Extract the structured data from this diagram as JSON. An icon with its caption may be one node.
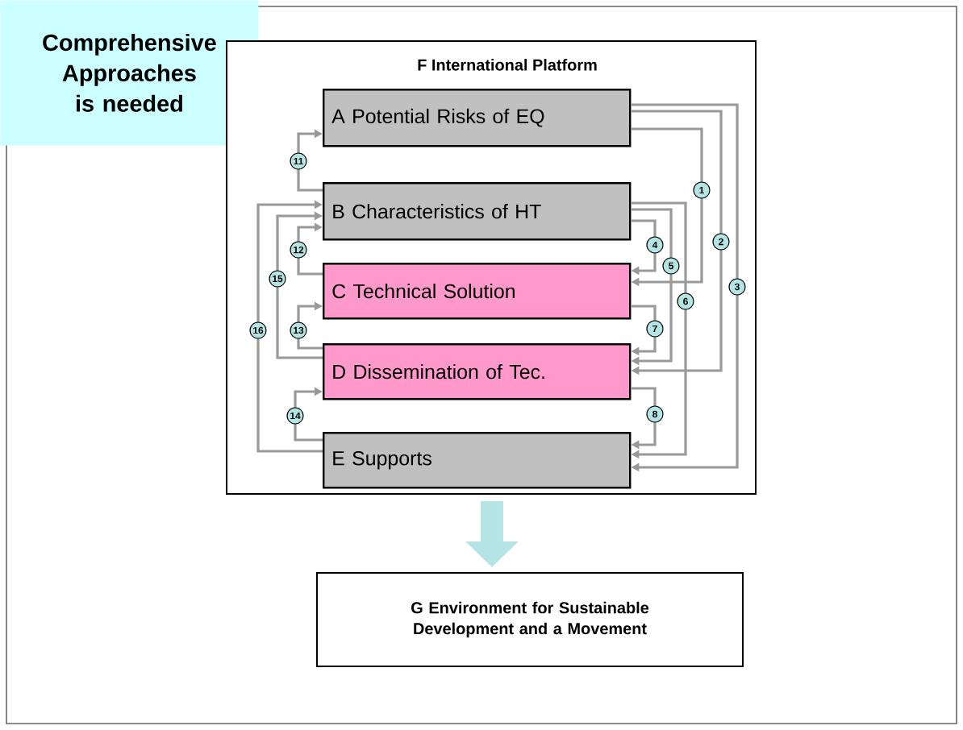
{
  "diagram": {
    "nodes": [
      {
        "text": [
          "Comprehensive Approaches is needed"
        ]
      },
      {
        "text": [
          "F  International Platform"
        ]
      },
      {
        "text": [
          "A Potential Risks of EQ"
        ],
        "in": 1
      },
      {
        "text": [
          "B Characteristics of HT"
        ],
        "in": 1
      },
      {
        "text": [
          "C Technical Solution"
        ],
        "in": 1
      },
      {
        "text": [
          "D Dissemination of Tec."
        ],
        "in": 1
      },
      {
        "text": [
          "E Supports"
        ],
        "in": 1
      },
      {
        "text": [
          "G Environment for Sustainable Development and a Movement"
        ]
      }
    ],
    "edges": [
      {
        "from": 2,
        "to": 4,
        "arrow": "to",
        "label": "1"
      },
      {
        "from": 2,
        "to": 5,
        "arrow": "to",
        "label": "2"
      },
      {
        "from": 2,
        "to": 6,
        "arrow": "to",
        "label": "3"
      },
      {
        "from": 3,
        "to": 4,
        "arrow": "to",
        "label": "4"
      },
      {
        "from": 3,
        "to": 5,
        "arrow": "to",
        "label": "5"
      },
      {
        "from": 3,
        "to": 6,
        "arrow": "to",
        "label": "6"
      },
      {
        "from": 4,
        "to": 5,
        "arrow": "to",
        "label": "7"
      },
      {
        "from": 5,
        "to": 6,
        "arrow": "to",
        "label": "8"
      },
      {
        "from": 3,
        "to": 2,
        "arrow": "to",
        "label": "11"
      },
      {
        "from": 4,
        "to": 3,
        "arrow": "to",
        "label": "12"
      },
      {
        "from": 5,
        "to": 4,
        "arrow": "to",
        "label": "13"
      },
      {
        "from": 6,
        "to": 5,
        "arrow": "to",
        "label": "14"
      },
      {
        "from": 5,
        "to": 3,
        "arrow": "to",
        "label": "15"
      },
      {
        "from": 6,
        "to": 3,
        "arrow": "to",
        "label": "16"
      },
      {
        "from": 1,
        "to": 7,
        "arrow": "to",
        "style": "thick"
      }
    ]
  }
}
